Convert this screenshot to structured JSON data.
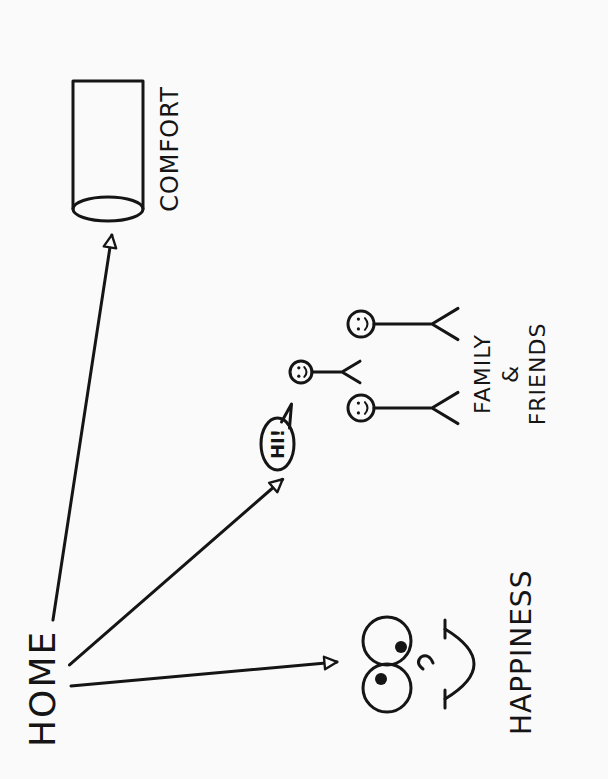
{
  "diagram": {
    "nodes": [
      {
        "text": [
          "HOME"
        ]
      },
      {
        "text": [
          "HAPPINESS"
        ]
      },
      {
        "text": [
          "FAMILY & FRIENDS"
        ]
      },
      {
        "text": [
          "HI!"
        ],
        "in": 2
      },
      {
        "text": [
          "COMFORT"
        ]
      }
    ],
    "edges": [
      {
        "from": 0,
        "to": 1,
        "arrow": "to"
      },
      {
        "from": 0,
        "to": 2,
        "arrow": "to"
      },
      {
        "from": 0,
        "to": 4,
        "arrow": "to"
      }
    ]
  }
}
